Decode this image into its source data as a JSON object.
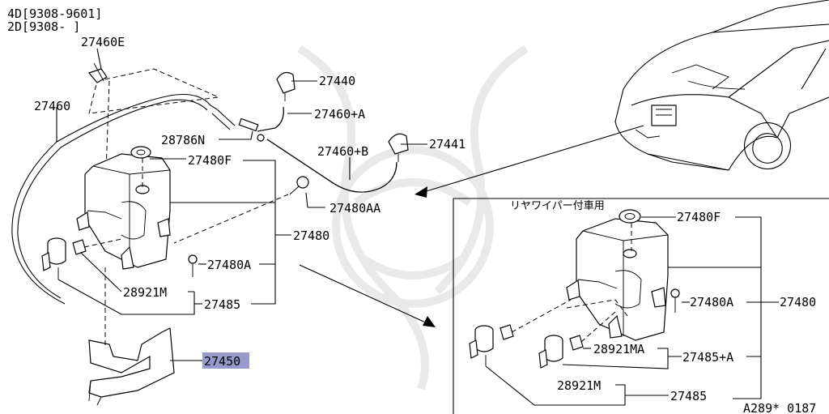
{
  "header": {
    "line1": "4D[9308-9601]",
    "line2": "2D[9308-    ]"
  },
  "labels": {
    "p27460E": "27460E",
    "p27460": "27460",
    "p27440": "27440",
    "p27460A": "27460+A",
    "p28786N": "28786N",
    "p27460B": "27460+B",
    "p27441": "27441",
    "p27480F_left": "27480F",
    "p27480AA": "27480AA",
    "p27480_left": "27480",
    "p27480A_left": "27480A",
    "p28921M_left": "28921M",
    "p27485_left": "27485",
    "p27450": "27450",
    "inset_title": "リヤワイパー付車用",
    "p27480F_right": "27480F",
    "p27480A_right": "27480A",
    "p27480_right": "27480",
    "p28921MA": "28921MA",
    "p27485A": "27485+A",
    "p28921M_right": "28921M",
    "p27485_right": "27485",
    "ref": "A289* 0187"
  },
  "colors": {
    "highlight": "#9999cc",
    "line": "#000000",
    "watermark": "#e9e9e9"
  }
}
